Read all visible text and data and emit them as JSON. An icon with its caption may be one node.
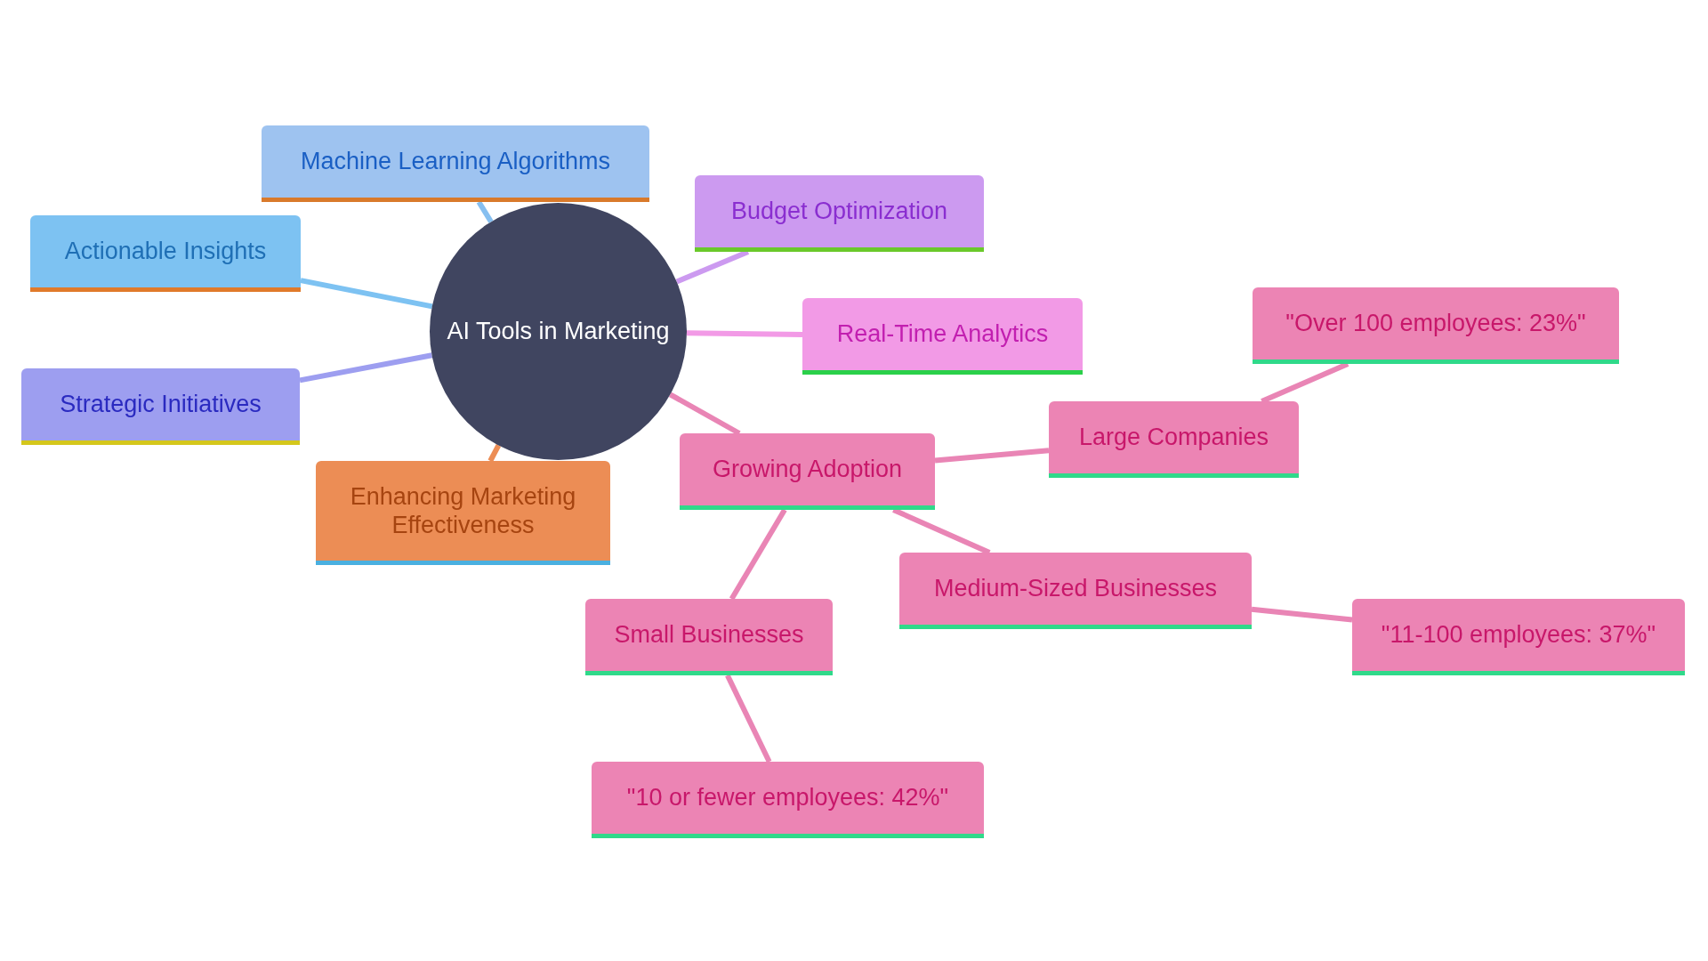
{
  "diagram": {
    "nodes": [
      {
        "text": [
          "AI Tools in Marketing"
        ]
      },
      {
        "text": [
          "Machine Learning Algorithms"
        ]
      },
      {
        "text": [
          "Actionable Insights"
        ]
      },
      {
        "text": [
          "Strategic Initiatives"
        ]
      },
      {
        "text": [
          "Enhancing Marketing Effectiveness"
        ]
      },
      {
        "text": [
          "Budget Optimization"
        ]
      },
      {
        "text": [
          "Real-Time Analytics"
        ]
      },
      {
        "text": [
          "Growing Adoption"
        ]
      },
      {
        "text": [
          "Small Businesses"
        ]
      },
      {
        "text": [
          "\"10 or fewer employees: 42%\""
        ]
      },
      {
        "text": [
          "Medium-Sized Businesses"
        ]
      },
      {
        "text": [
          "\"11-100 employees: 37%\""
        ]
      },
      {
        "text": [
          "Large Companies"
        ]
      },
      {
        "text": [
          "\"Over 100 employees: 23%\""
        ]
      }
    ],
    "edges": [
      {
        "from": 0,
        "to": 1,
        "arrow": "none",
        "color": "#86bff0"
      },
      {
        "from": 0,
        "to": 2,
        "arrow": "none",
        "color": "#7dc2f2"
      },
      {
        "from": 0,
        "to": 3,
        "arrow": "none",
        "color": "#9d9ef0"
      },
      {
        "from": 0,
        "to": 4,
        "arrow": "none",
        "color": "#ec8d55"
      },
      {
        "from": 0,
        "to": 5,
        "arrow": "none",
        "color": "#cc9af0"
      },
      {
        "from": 0,
        "to": 6,
        "arrow": "none",
        "color": "#f29ae6"
      },
      {
        "from": 0,
        "to": 7,
        "arrow": "none"
      },
      {
        "from": 7,
        "to": 8,
        "arrow": "none"
      },
      {
        "from": 8,
        "to": 9,
        "arrow": "none"
      },
      {
        "from": 7,
        "to": 10,
        "arrow": "none"
      },
      {
        "from": 10,
        "to": 11,
        "arrow": "none"
      },
      {
        "from": 7,
        "to": 12,
        "arrow": "none"
      },
      {
        "from": 12,
        "to": 13,
        "arrow": "none"
      }
    ]
  }
}
